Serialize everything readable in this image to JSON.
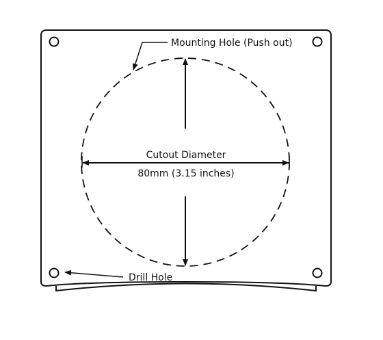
{
  "labels": {
    "mounting_hole": "Mounting Hole (Push out)",
    "cutout_title": "Cutout Diameter",
    "cutout_value": "80mm (3.15 inches)",
    "drill_hole": "Drill Hole"
  },
  "colors": {
    "stroke": "#111111",
    "background": "#ffffff"
  }
}
